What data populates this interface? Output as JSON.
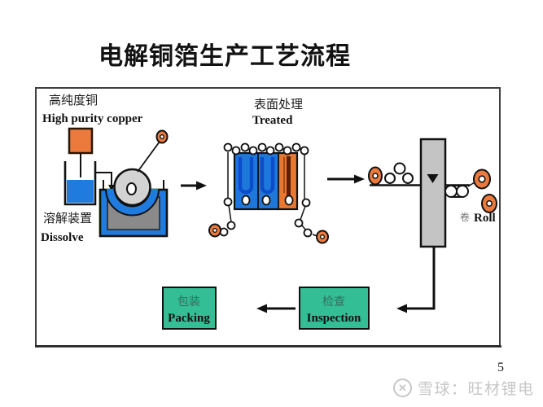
{
  "slide": {
    "title": "电解铜箔生产工艺流程",
    "page_number": "5"
  },
  "watermark": {
    "source_label": "雪球：旺材锂电",
    "logo_glyph": "✕"
  },
  "diagram": {
    "labels": {
      "high_purity_copper_zh": "高纯度铜",
      "high_purity_copper_en": "High purity copper",
      "dissolve_zh": "溶解装置",
      "dissolve_en": "Dissolve",
      "treated_zh": "表面处理",
      "treated_en": "Treated",
      "roll_zh": "卷",
      "roll_en": "Roll",
      "inspection_zh": "检查",
      "inspection_en": "Inspection",
      "packing_zh": "包装",
      "packing_en": "Packing"
    },
    "colors": {
      "copper_orange": "#EC7A3C",
      "liquid_blue": "#1F7BDE",
      "tank_blue": "#1E78DC",
      "tank_orange": "#E87830",
      "electrode_dark_blue": "#0B4ECC",
      "anode_dark_red": "#5C1E08",
      "machine_gray": "#C4C4C4",
      "tub_inner_gray": "#8A8A8A",
      "drum_gray": "#D3D3D3",
      "process_green": "#33BE96"
    }
  }
}
